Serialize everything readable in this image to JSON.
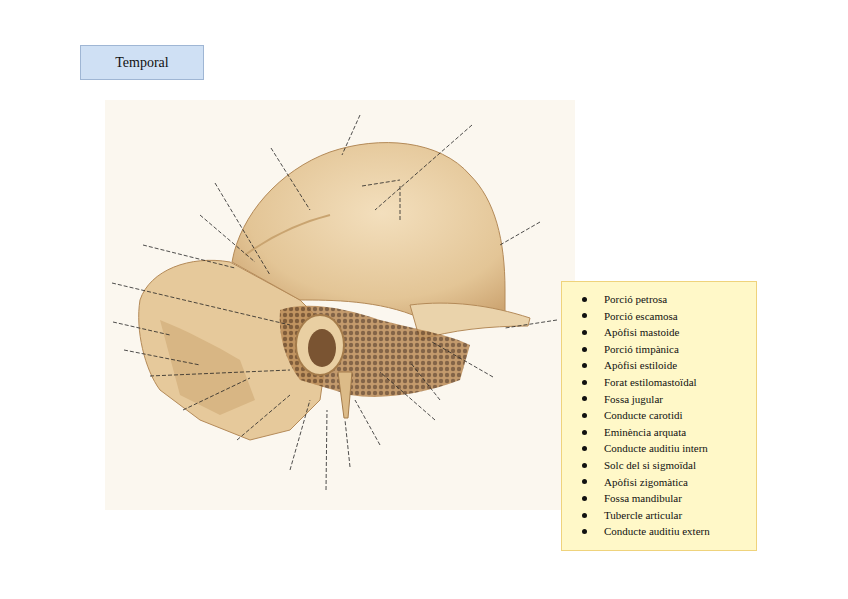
{
  "diagram": {
    "title": "Temporal",
    "nodes": [
      {
        "text": [
          "Porció petrosa",
          "Porció escamosa",
          "Apòfisi mastoide",
          "Porció timpànica",
          "Apòfisi estiloide",
          "Forat estilomastoïdal",
          "Fossa jugular",
          "Conducte carotidi",
          "Eminència arquata",
          "Conducte auditiu intern",
          "Solc del si sigmoïdal",
          "Apòfisi zigomàtica",
          "Fossa mandibular",
          "Tubercle articular",
          "Conducte auditiu extern"
        ]
      }
    ]
  }
}
